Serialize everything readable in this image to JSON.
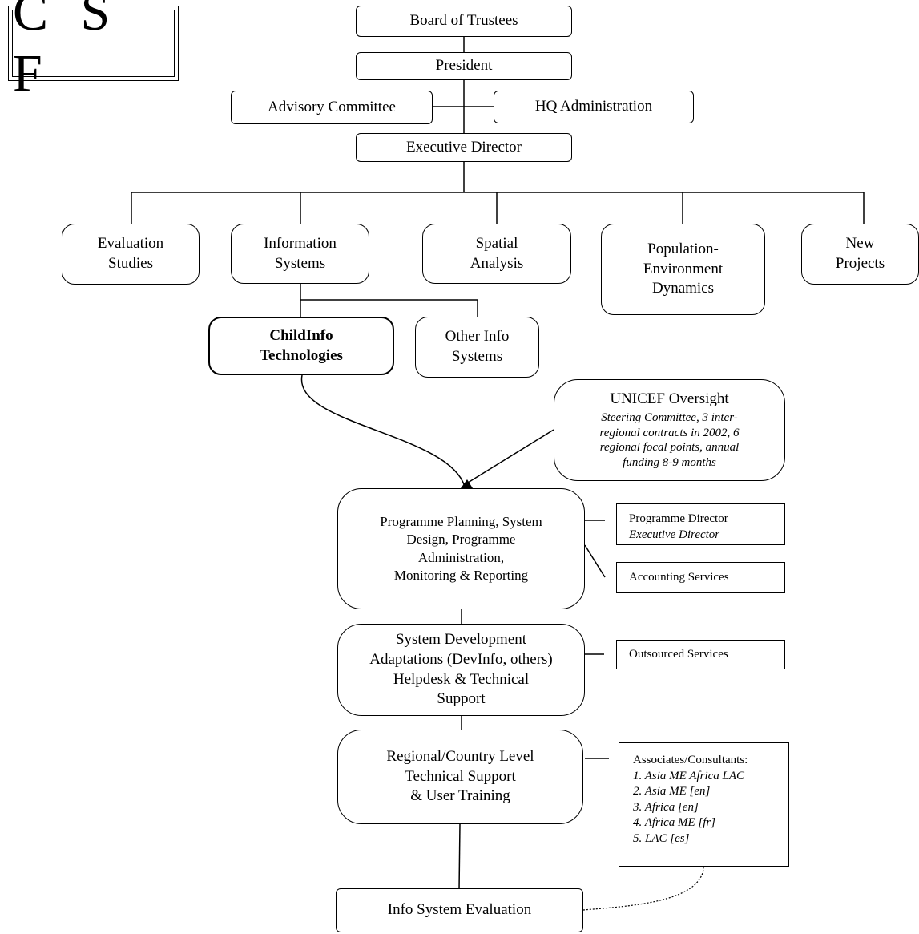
{
  "logo": {
    "text": "C S F"
  },
  "nodes": {
    "board": "Board of Trustees",
    "president": "President",
    "advisory": "Advisory Committee",
    "hq": "HQ Administration",
    "exec": "Executive Director",
    "evaluation": [
      "Evaluation",
      "Studies"
    ],
    "infosys": [
      "Information",
      "Systems"
    ],
    "spatial": [
      "Spatial",
      "Analysis"
    ],
    "population": [
      "Population-",
      "Environment",
      "Dynamics"
    ],
    "newproj": [
      "New",
      "Projects"
    ],
    "childinfo": [
      "ChildInfo",
      "Technologies"
    ],
    "otherinfo": [
      "Other Info",
      "Systems"
    ],
    "unicef": {
      "title": "UNICEF Oversight",
      "details": [
        "Steering Committee, 3 inter-",
        "regional contracts in 2002, 6",
        "regional focal points, annual",
        "funding 8-9 months"
      ]
    },
    "planning": [
      "Programme Planning, System",
      "Design,  Programme",
      "Administration,",
      "Monitoring & Reporting"
    ],
    "progdir": {
      "title": "Programme Director",
      "subtitle": "Executive Director"
    },
    "accounting": "Accounting Services",
    "sysdev": [
      "System Development",
      "Adaptations (DevInfo, others)",
      "Helpdesk & Technical",
      "Support"
    ],
    "outsourced": "Outsourced Services",
    "regional": [
      "Regional/Country Level",
      "Technical Support",
      "& User Training"
    ],
    "associates": {
      "title": "Associates/Consultants:",
      "items": [
        "1. Asia  ME Africa LAC",
        "2. Asia  ME [en]",
        "3. Africa  [en]",
        "4. Africa  ME [fr]",
        "5. LAC [es]"
      ]
    },
    "evaluation_final": "Info System Evaluation"
  }
}
